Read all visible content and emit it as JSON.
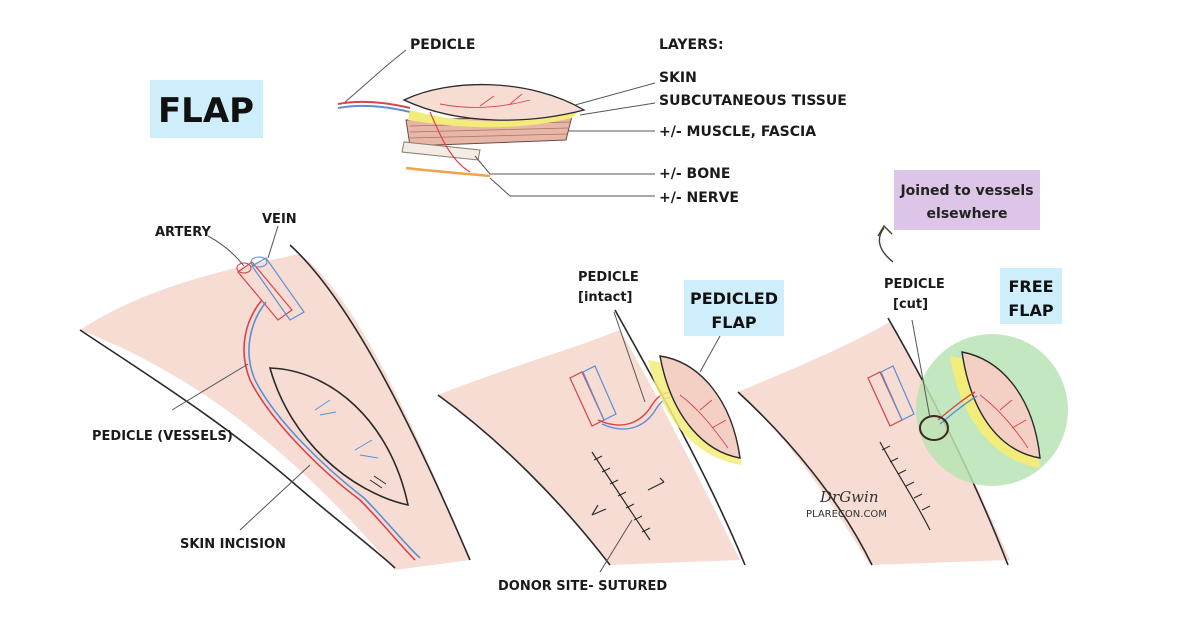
{
  "title": "FLAP",
  "layers": {
    "heading": "LAYERS:",
    "pedicle": "PEDICLE",
    "skin": "SKIN",
    "subcutaneous": "SUBCUTANEOUS TISSUE",
    "muscle": "+/- MUSCLE, FASCIA",
    "bone": "+/- BONE",
    "nerve": "+/- NERVE"
  },
  "panel1": {
    "artery": "ARTERY",
    "vein": "VEIN",
    "pedicle_vessels": "PEDICLE (VESSELS)",
    "skin_incision": "SKIN INCISION"
  },
  "panel2": {
    "pedicle_line1": "PEDICLE",
    "pedicle_line2": "[intact]",
    "box_line1": "PEDICLED",
    "box_line2": "FLAP",
    "donor_site": "DONOR SITE- SUTURED"
  },
  "panel3": {
    "note_line1": "Joined to vessels",
    "note_line2": "elsewhere",
    "pedicle_line1": "PEDICLE",
    "pedicle_line2": "[cut]",
    "box_line1": "FREE",
    "box_line2": "FLAP"
  },
  "credit": {
    "signature": "DrGwin",
    "website": "PLARECON.COM"
  },
  "colors": {
    "skin": "#f7dcd3",
    "title_box": "#cfeefb",
    "note_box": "#dcc5e6",
    "free_flap_circle": "#b9e3b3",
    "artery": "#d9434a",
    "vein": "#5a8fd6",
    "highlight": "#f4ec7a"
  }
}
